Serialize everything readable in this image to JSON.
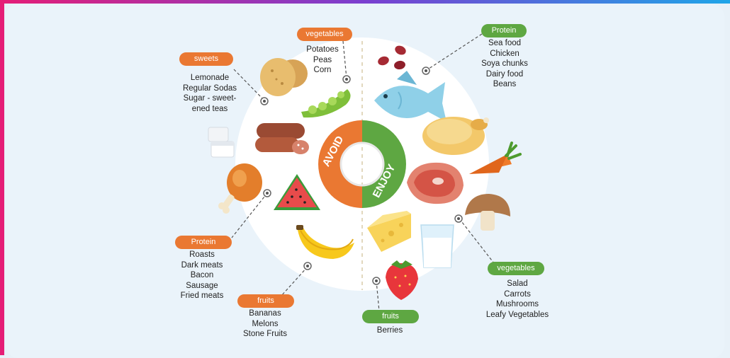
{
  "center": {
    "avoid_label": "AVOID",
    "enjoy_label": "ENJOY"
  },
  "avoid": {
    "sweets": {
      "label": "sweets",
      "items": [
        "Lemonade",
        "Regular Sodas",
        "Sugar - sweet-",
        "ened teas"
      ]
    },
    "vegetables": {
      "label": "vegetables",
      "items": [
        "Potatoes",
        "Peas",
        "Corn"
      ]
    },
    "protein": {
      "label": "Protein",
      "items": [
        "Roasts",
        "Dark meats",
        "Bacon",
        "Sausage",
        "Fried meats"
      ]
    },
    "fruits": {
      "label": "fruits",
      "items": [
        "Bananas",
        "Melons",
        "Stone Fruits"
      ]
    }
  },
  "enjoy": {
    "protein": {
      "label": "Protein",
      "items": [
        "Sea food",
        "Chicken",
        "Soya chunks",
        "Dairy food",
        "Beans"
      ]
    },
    "vegetables": {
      "label": "vegetables",
      "items": [
        "Salad",
        "Carrots",
        "Mushrooms",
        "Leafy Vegetables"
      ]
    },
    "fruits": {
      "label": "fruits",
      "items": [
        "Berries"
      ]
    }
  },
  "colors": {
    "avoid": "#ea7832",
    "enjoy": "#5ea742",
    "plate": "#ffffff",
    "background": "#eaf3fa",
    "accent_pink": "#e51d76",
    "accent_blue": "#1fa5e8"
  },
  "icons": [
    "sugar-cubes-icon",
    "potato-icon",
    "peas-icon",
    "sausage-icon",
    "chicken-leg-icon",
    "watermelon-icon",
    "banana-icon",
    "beans-icon",
    "fish-icon",
    "roast-chicken-icon",
    "carrot-icon",
    "steak-icon",
    "mushroom-icon",
    "cheese-icon",
    "milk-glass-icon",
    "strawberry-icon"
  ]
}
